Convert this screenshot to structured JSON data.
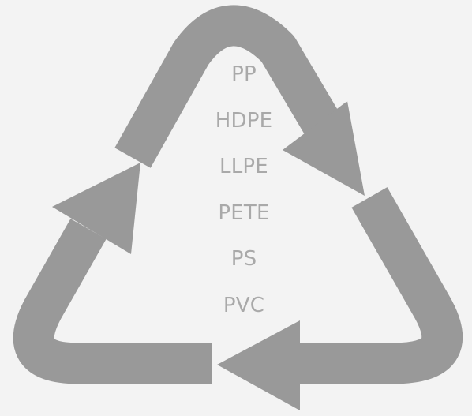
{
  "diagram": {
    "symbol_color": "#999999",
    "text_color": "#a9a9a9",
    "background_color": "#f3f3f3",
    "symbol_icon": "recycling-triangle-icon",
    "labels": [
      "PP",
      "HDPE",
      "LLPE",
      "PETE",
      "PS",
      "PVC"
    ]
  }
}
